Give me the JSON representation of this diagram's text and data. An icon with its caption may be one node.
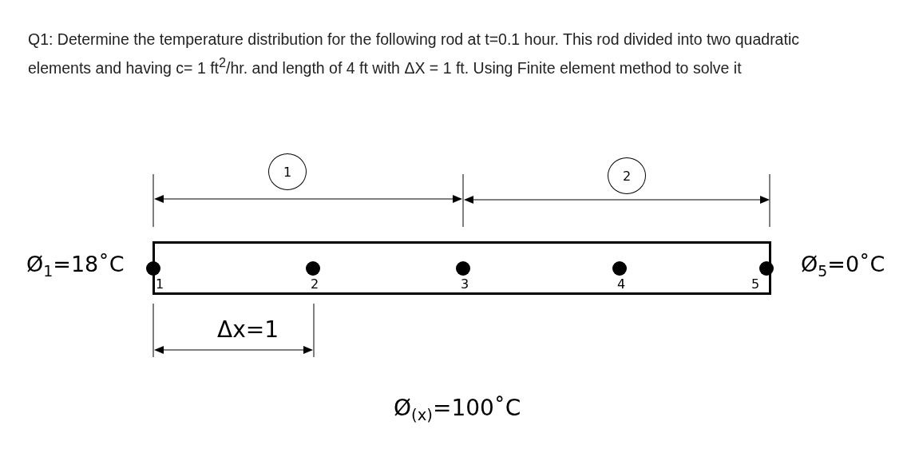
{
  "diagram": {
    "title": "Q1: Determine the temperature distribution for the following rod at t=0.1 hour. This rod divided into two quadratic elements and having c= 1 ft$^{2}$/hr. and length of 4 ft with ΔX = 1 ft. Using Finite element method to solve it",
    "nodes": [
      {
        "text": [
          "1"
        ]
      },
      {
        "text": [
          "2"
        ]
      },
      {
        "text": [],
        "shape": "bar"
      },
      {
        "text": [],
        "shape": "circle",
        "in": 2,
        "beside": [
          "1"
        ]
      },
      {
        "text": [],
        "shape": "circle",
        "in": 2,
        "beside": [
          "2"
        ]
      },
      {
        "text": [],
        "shape": "circle",
        "in": 2,
        "beside": [
          "3"
        ]
      },
      {
        "text": [],
        "shape": "circle",
        "in": 2,
        "beside": [
          "4"
        ]
      },
      {
        "text": [],
        "shape": "circle",
        "in": 2,
        "beside": [
          "5"
        ]
      }
    ],
    "labels": [
      "Ø$_{1}$=18˚C",
      "Ø$_{5}$=0˚C",
      "Δx=1",
      "Ø$_{(x)}$=100˚C"
    ]
  }
}
